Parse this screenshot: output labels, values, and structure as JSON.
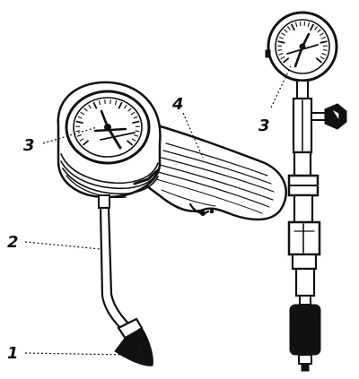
{
  "labels": {
    "hose": "1",
    "tube": "2",
    "gauge_left": "3",
    "handle": "4",
    "gauge_right": "3"
  }
}
